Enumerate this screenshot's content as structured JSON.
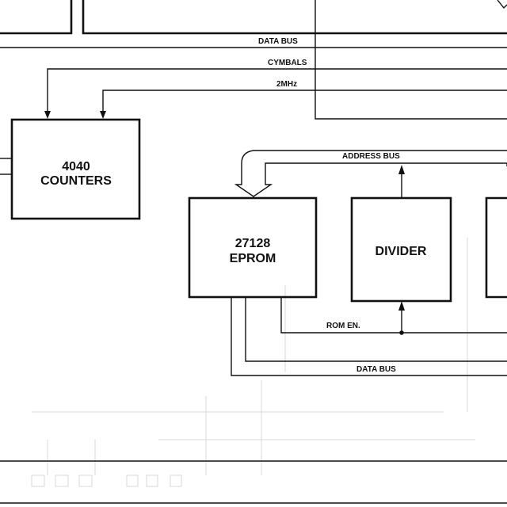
{
  "blocks": {
    "counters": {
      "line1": "4040",
      "line2": "COUNTERS"
    },
    "eprom": {
      "line1": "27128",
      "line2": "EPROM"
    },
    "divider": {
      "label": "DIVIDER"
    }
  },
  "signals": {
    "data_bus_top": "DATA BUS",
    "cymbals": "CYMBALS",
    "clock": "2MHz",
    "address_bus": "ADDRESS BUS",
    "rom_enable": "ROM EN.",
    "data_bus_bottom": "DATA BUS"
  }
}
